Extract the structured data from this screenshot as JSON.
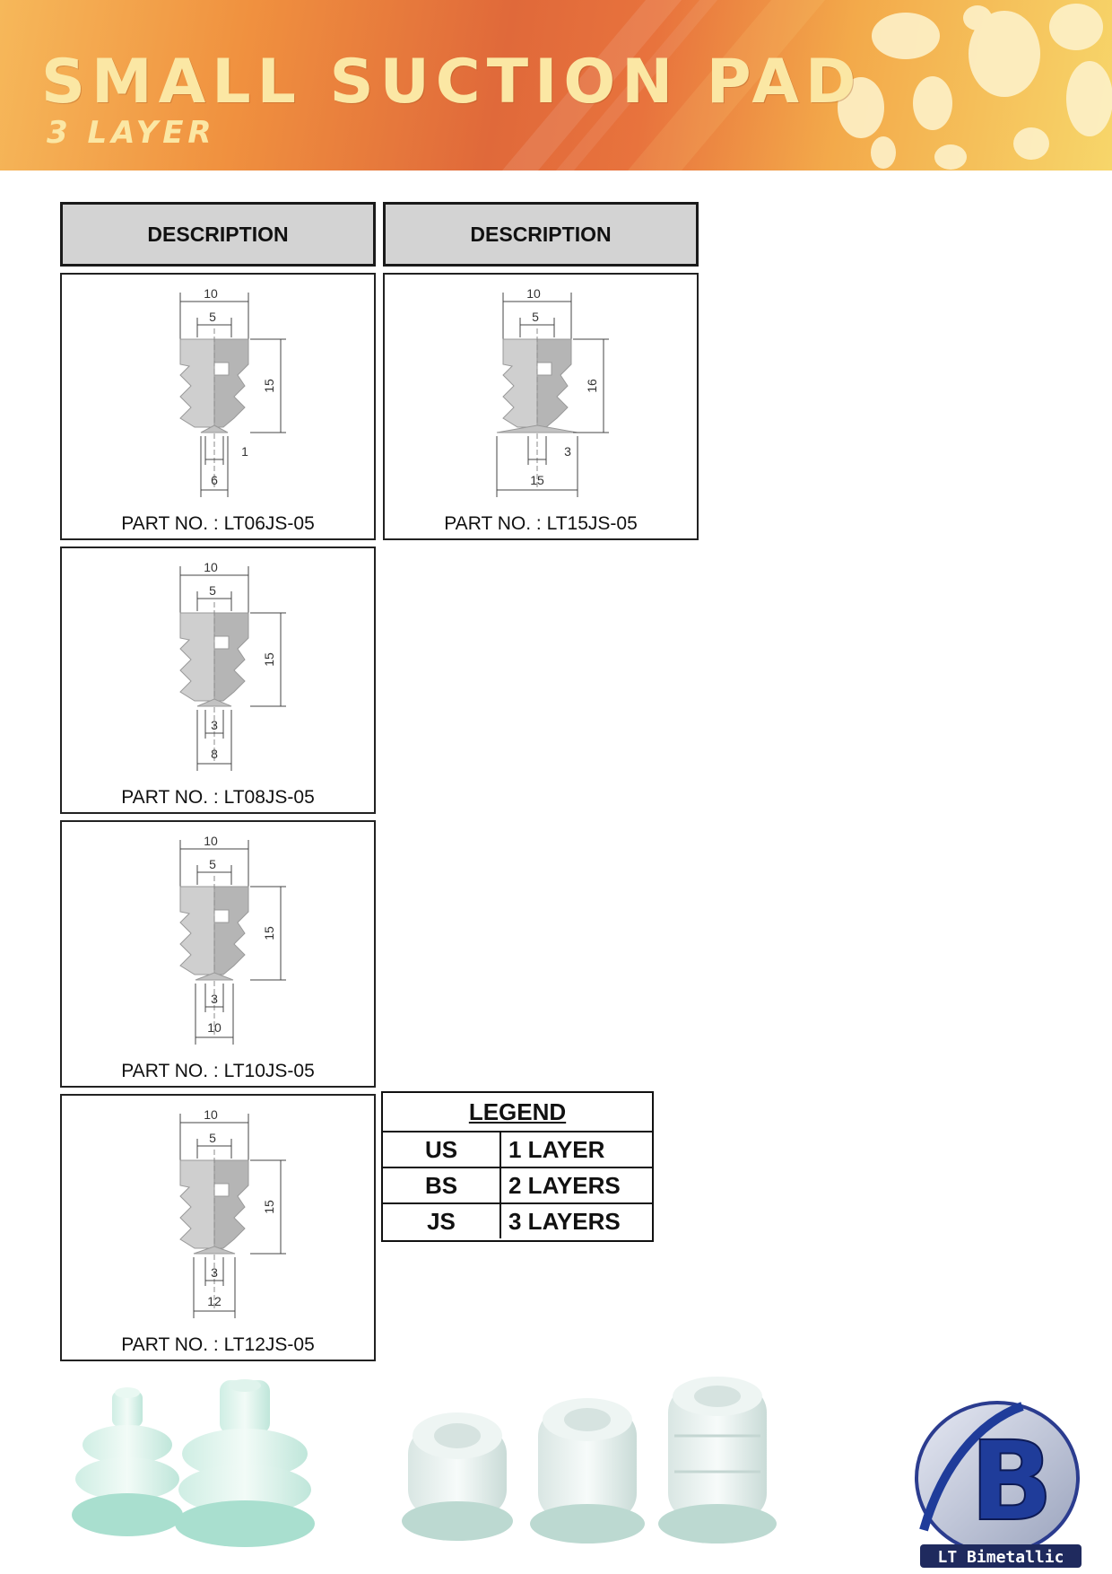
{
  "header": {
    "title": "SMALL SUCTION PAD",
    "subtitle": "3 LAYER"
  },
  "table": {
    "column_headers": [
      "DESCRIPTION",
      "DESCRIPTION"
    ]
  },
  "parts": [
    {
      "part_no": "PART NO. : LT06JS-05",
      "dims": {
        "top_outer": "10",
        "top_inner": "5",
        "height": "15",
        "tip": "1",
        "bottom": "6"
      }
    },
    {
      "part_no": "PART NO. : LT15JS-05",
      "dims": {
        "top_outer": "10",
        "top_inner": "5",
        "height": "16",
        "tip": "3",
        "bottom": "15"
      }
    },
    {
      "part_no": "PART NO. : LT08JS-05",
      "dims": {
        "top_outer": "10",
        "top_inner": "5",
        "height": "15",
        "tip": "3",
        "bottom": "8"
      }
    },
    {
      "part_no": "PART NO. : LT10JS-05",
      "dims": {
        "top_outer": "10",
        "top_inner": "5",
        "height": "15",
        "tip": "3",
        "bottom": "10"
      }
    },
    {
      "part_no": "PART NO. : LT12JS-05",
      "dims": {
        "top_outer": "10",
        "top_inner": "5",
        "height": "15",
        "tip": "3",
        "bottom": "12"
      }
    }
  ],
  "legend": {
    "title": "LEGEND",
    "rows": [
      {
        "code": "US",
        "desc": "1 LAYER"
      },
      {
        "code": "BS",
        "desc": "2 LAYERS"
      },
      {
        "code": "JS",
        "desc": "3 LAYERS"
      }
    ]
  },
  "logo": {
    "letter": "B",
    "text": "LT Bimetallic"
  },
  "colors": {
    "banner_accent": "#e0693a",
    "banner_text": "#fbe7a4",
    "header_fill": "#d3d3d3",
    "logo_blue": "#1f3c9a"
  }
}
